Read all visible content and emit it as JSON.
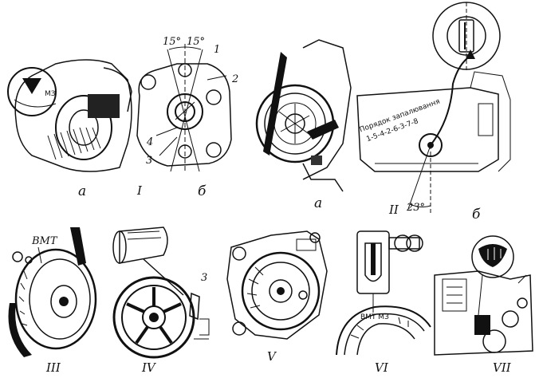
{
  "labels": {
    "panel1_a": "а",
    "panel1_b": "б",
    "panel1_num": "I",
    "panel2_a": "а",
    "panel2_b": "б",
    "panel2_num": "II",
    "panel3": "III",
    "panel4": "IV",
    "panel5": "V",
    "panel6": "VI",
    "panel7": "VII"
  },
  "callouts": {
    "angle_left": "15°",
    "angle_right": "15°",
    "n1": "1",
    "n2": "2",
    "n3": "3",
    "n4": "4",
    "iv_n3": "3",
    "angle_23": "23°",
    "bmt": "ВМТ",
    "vi_mark": "ВМТ МЗ",
    "mz": "МЗ"
  },
  "plate_text": {
    "line1": "Порядок запалювання",
    "line2": "1-5-4-2-6-3-7-8"
  }
}
